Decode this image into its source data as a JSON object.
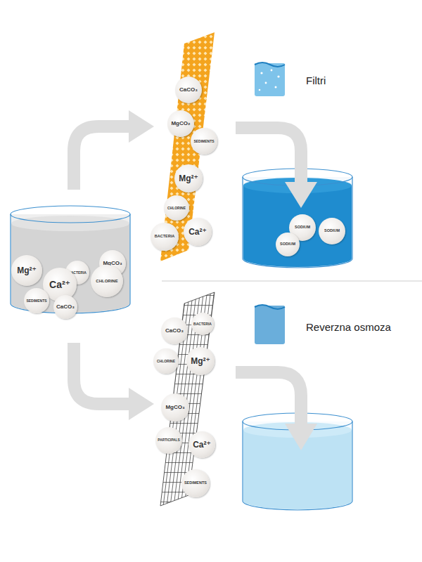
{
  "diagram": {
    "nodes": [
      {
        "text": [
          "Mg²⁺"
        ]
      },
      {
        "text": [
          "BACTERIA"
        ]
      },
      {
        "text": [
          "MgCO₃"
        ]
      },
      {
        "text": [
          "Ca²⁺"
        ]
      },
      {
        "text": [
          "CHLORINE"
        ]
      },
      {
        "text": [
          "SEDIMENTS"
        ]
      },
      {
        "text": [
          "CaCO₃"
        ]
      },
      {
        "text": [
          "CaCO₃"
        ]
      },
      {
        "text": [
          "MgCO₂"
        ]
      },
      {
        "text": [
          "SEDIMENTS"
        ]
      },
      {
        "text": [
          "Mg²⁺"
        ]
      },
      {
        "text": [
          "CHLORINE"
        ]
      },
      {
        "text": [
          "Ca²⁺"
        ]
      },
      {
        "text": [
          "BACTERIA"
        ]
      },
      {
        "text": [
          "SODIUM"
        ]
      },
      {
        "text": [
          "SODIUM"
        ]
      },
      {
        "text": [
          "SODIUM"
        ]
      },
      {
        "text": [
          "CaCO₃"
        ]
      },
      {
        "text": [
          "BACTERIA"
        ]
      },
      {
        "text": [
          "CHLORINE"
        ]
      },
      {
        "text": [
          "Mg²⁺"
        ]
      },
      {
        "text": [
          "MgCO₃"
        ]
      },
      {
        "text": [
          "PARTICIPALS"
        ]
      },
      {
        "text": [
          "Ca²⁺"
        ]
      },
      {
        "text": [
          "SEDIMENTS"
        ]
      }
    ],
    "legend": [
      {
        "text": "Filtri",
        "color": "#7ec3ea"
      },
      {
        "text": "Reverzna osmoza",
        "color": "#6aaedb"
      }
    ]
  }
}
